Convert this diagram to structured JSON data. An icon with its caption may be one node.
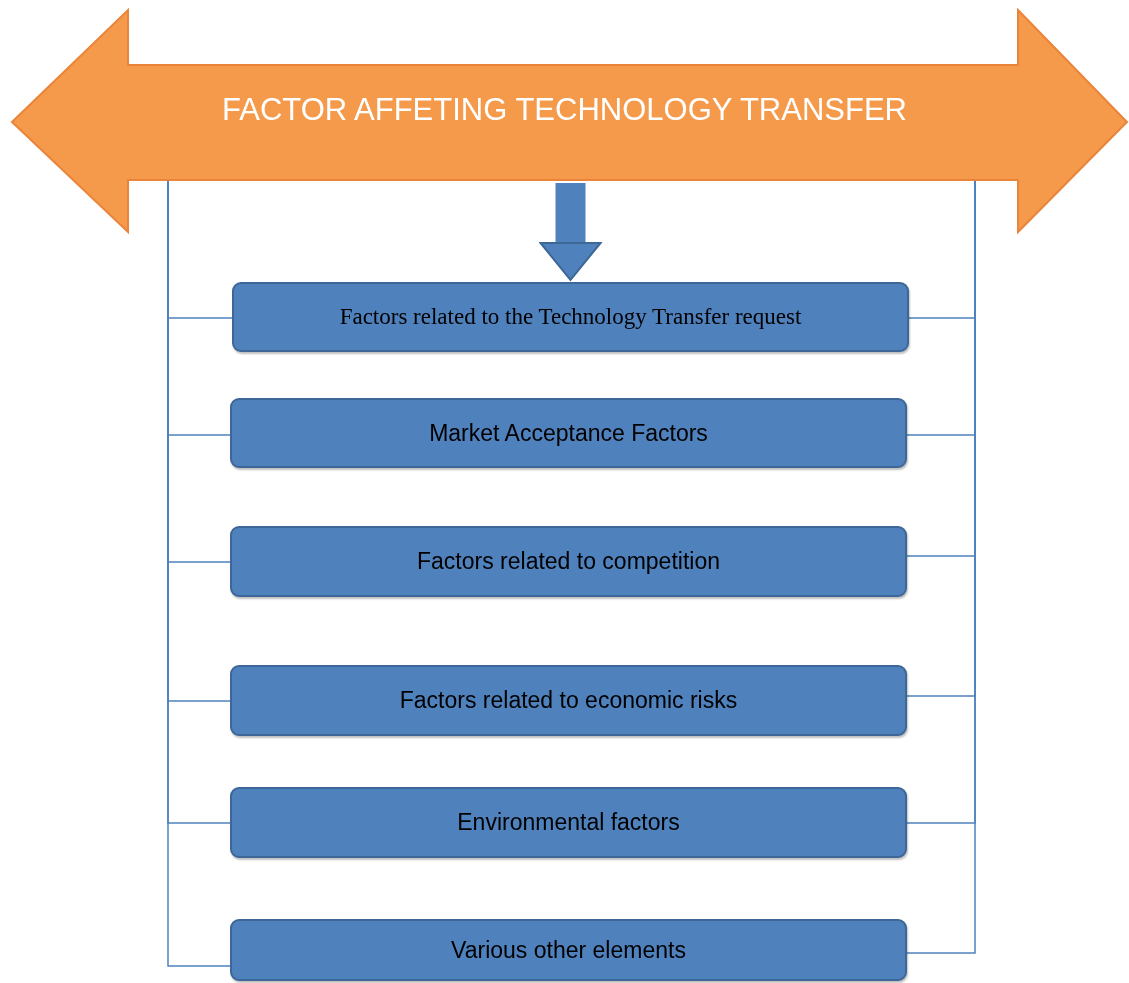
{
  "diagram": {
    "nodes": [
      {
        "text": [
          "FACTOR AFFETING TECHNOLOGY TRANSFER"
        ]
      },
      {
        "text": [
          "Factors related to the Technology Transfer request"
        ]
      },
      {
        "text": [
          "Market Acceptance Factors"
        ]
      },
      {
        "text": [
          "Factors related to competition"
        ]
      },
      {
        "text": [
          "Factors related to economic risks"
        ]
      },
      {
        "text": [
          "Environmental factors"
        ]
      },
      {
        "text": [
          "Various other elements"
        ]
      }
    ],
    "edges": [
      {
        "from": 0,
        "to": 1,
        "arrow": "to",
        "style": "thick"
      },
      {
        "from": 0,
        "to": 1,
        "arrow": "none"
      },
      {
        "from": 0,
        "to": 2,
        "arrow": "none"
      },
      {
        "from": 0,
        "to": 3,
        "arrow": "none"
      },
      {
        "from": 0,
        "to": 4,
        "arrow": "none"
      },
      {
        "from": 0,
        "to": 5,
        "arrow": "none"
      },
      {
        "from": 0,
        "to": 6,
        "arrow": "none"
      },
      {
        "from": 0,
        "to": 1,
        "arrow": "none"
      },
      {
        "from": 0,
        "to": 2,
        "arrow": "none"
      },
      {
        "from": 0,
        "to": 3,
        "arrow": "none"
      },
      {
        "from": 0,
        "to": 4,
        "arrow": "none"
      },
      {
        "from": 0,
        "to": 5,
        "arrow": "none"
      },
      {
        "from": 0,
        "to": 6,
        "arrow": "none"
      }
    ]
  }
}
